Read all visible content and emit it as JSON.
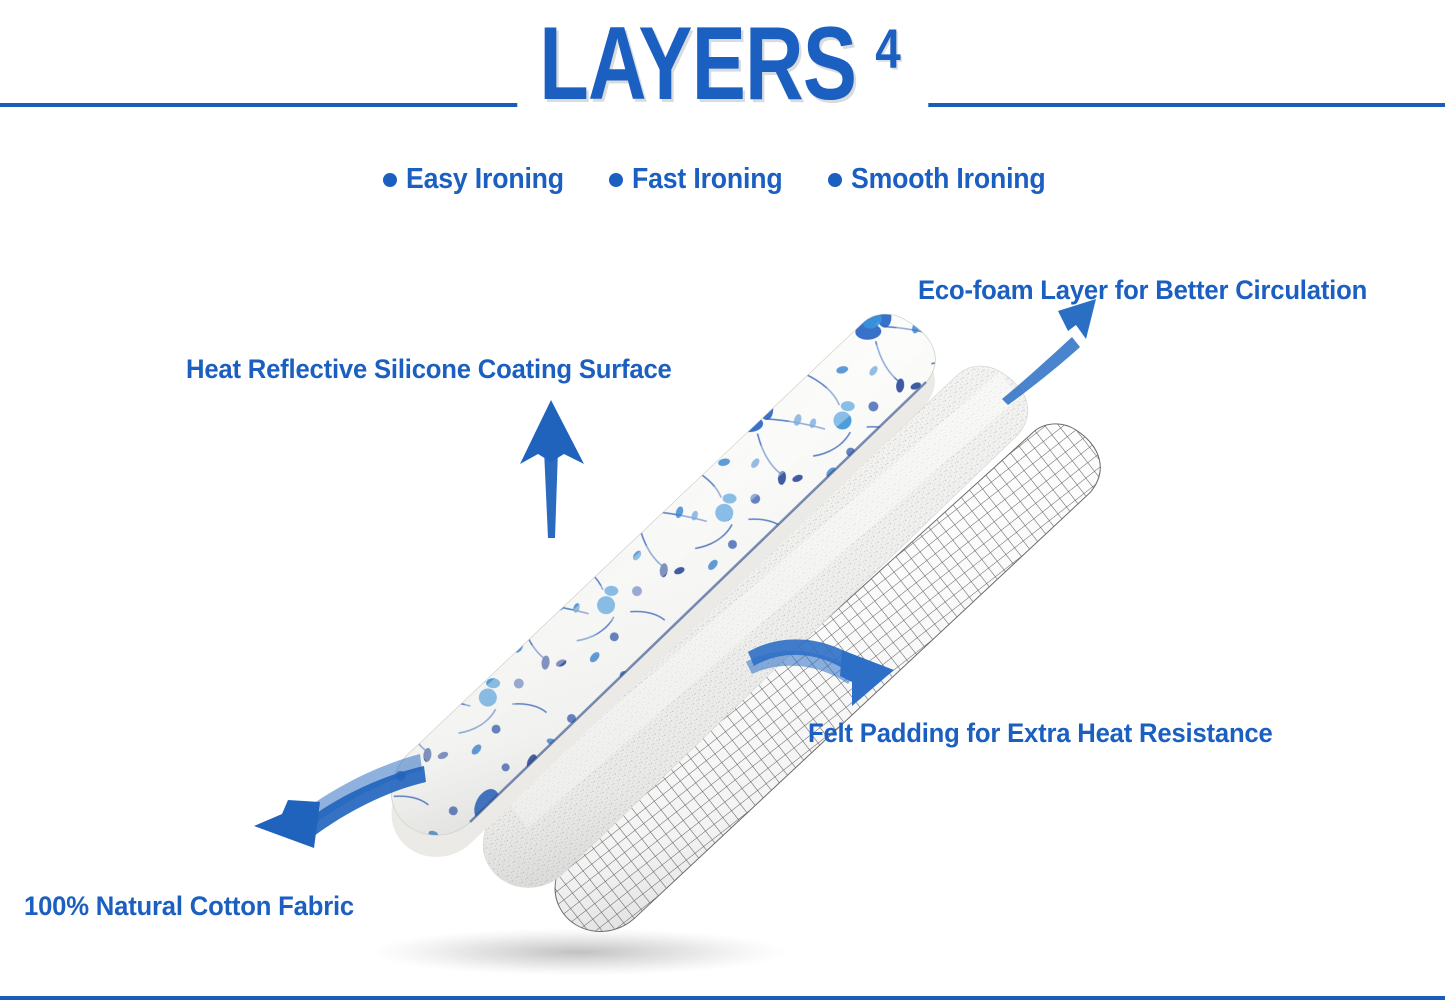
{
  "header": {
    "title": "LAYERS",
    "superscript": "4",
    "divider_color": "#1a5cb8",
    "accent_color": "#1b5fc1",
    "features": [
      {
        "bullet": "bullet-dot-icon",
        "label": "Easy Ironing"
      },
      {
        "bullet": "bullet-dot-icon",
        "label": "Fast Ironing"
      },
      {
        "bullet": "bullet-dot-icon",
        "label": "Smooth Ironing"
      }
    ]
  },
  "callouts": [
    {
      "id": "ecofoam",
      "label": "Eco-foam Layer for Better Circulation",
      "arrow": "arrow-up-right-icon"
    },
    {
      "id": "silicone",
      "label": "Heat Reflective Silicone Coating Surface",
      "arrow": "arrow-up-icon"
    },
    {
      "id": "felt",
      "label": "Felt Padding for Extra Heat Resistance",
      "arrow": "arrow-curve-right-icon"
    },
    {
      "id": "cotton",
      "label": "100% Natural Cotton Fabric",
      "arrow": "arrow-curve-left-icon"
    }
  ],
  "product": {
    "name": "ironing-board-cover-layers",
    "layers": [
      {
        "name": "floral-silicone-cover",
        "pattern": "blue floral chintz on white",
        "colors": [
          "#1649ad",
          "#2b86d8",
          "#ffffff"
        ]
      },
      {
        "name": "felt-padding-layer",
        "pattern": "speckled white felt",
        "colors": [
          "#f2f2f0",
          "#c9c9c6"
        ]
      },
      {
        "name": "eco-foam-mesh-layer",
        "pattern": "fine grid mesh",
        "colors": [
          "#ffffff",
          "#555555"
        ]
      }
    ],
    "shadow_color": "#b8b8b8"
  }
}
